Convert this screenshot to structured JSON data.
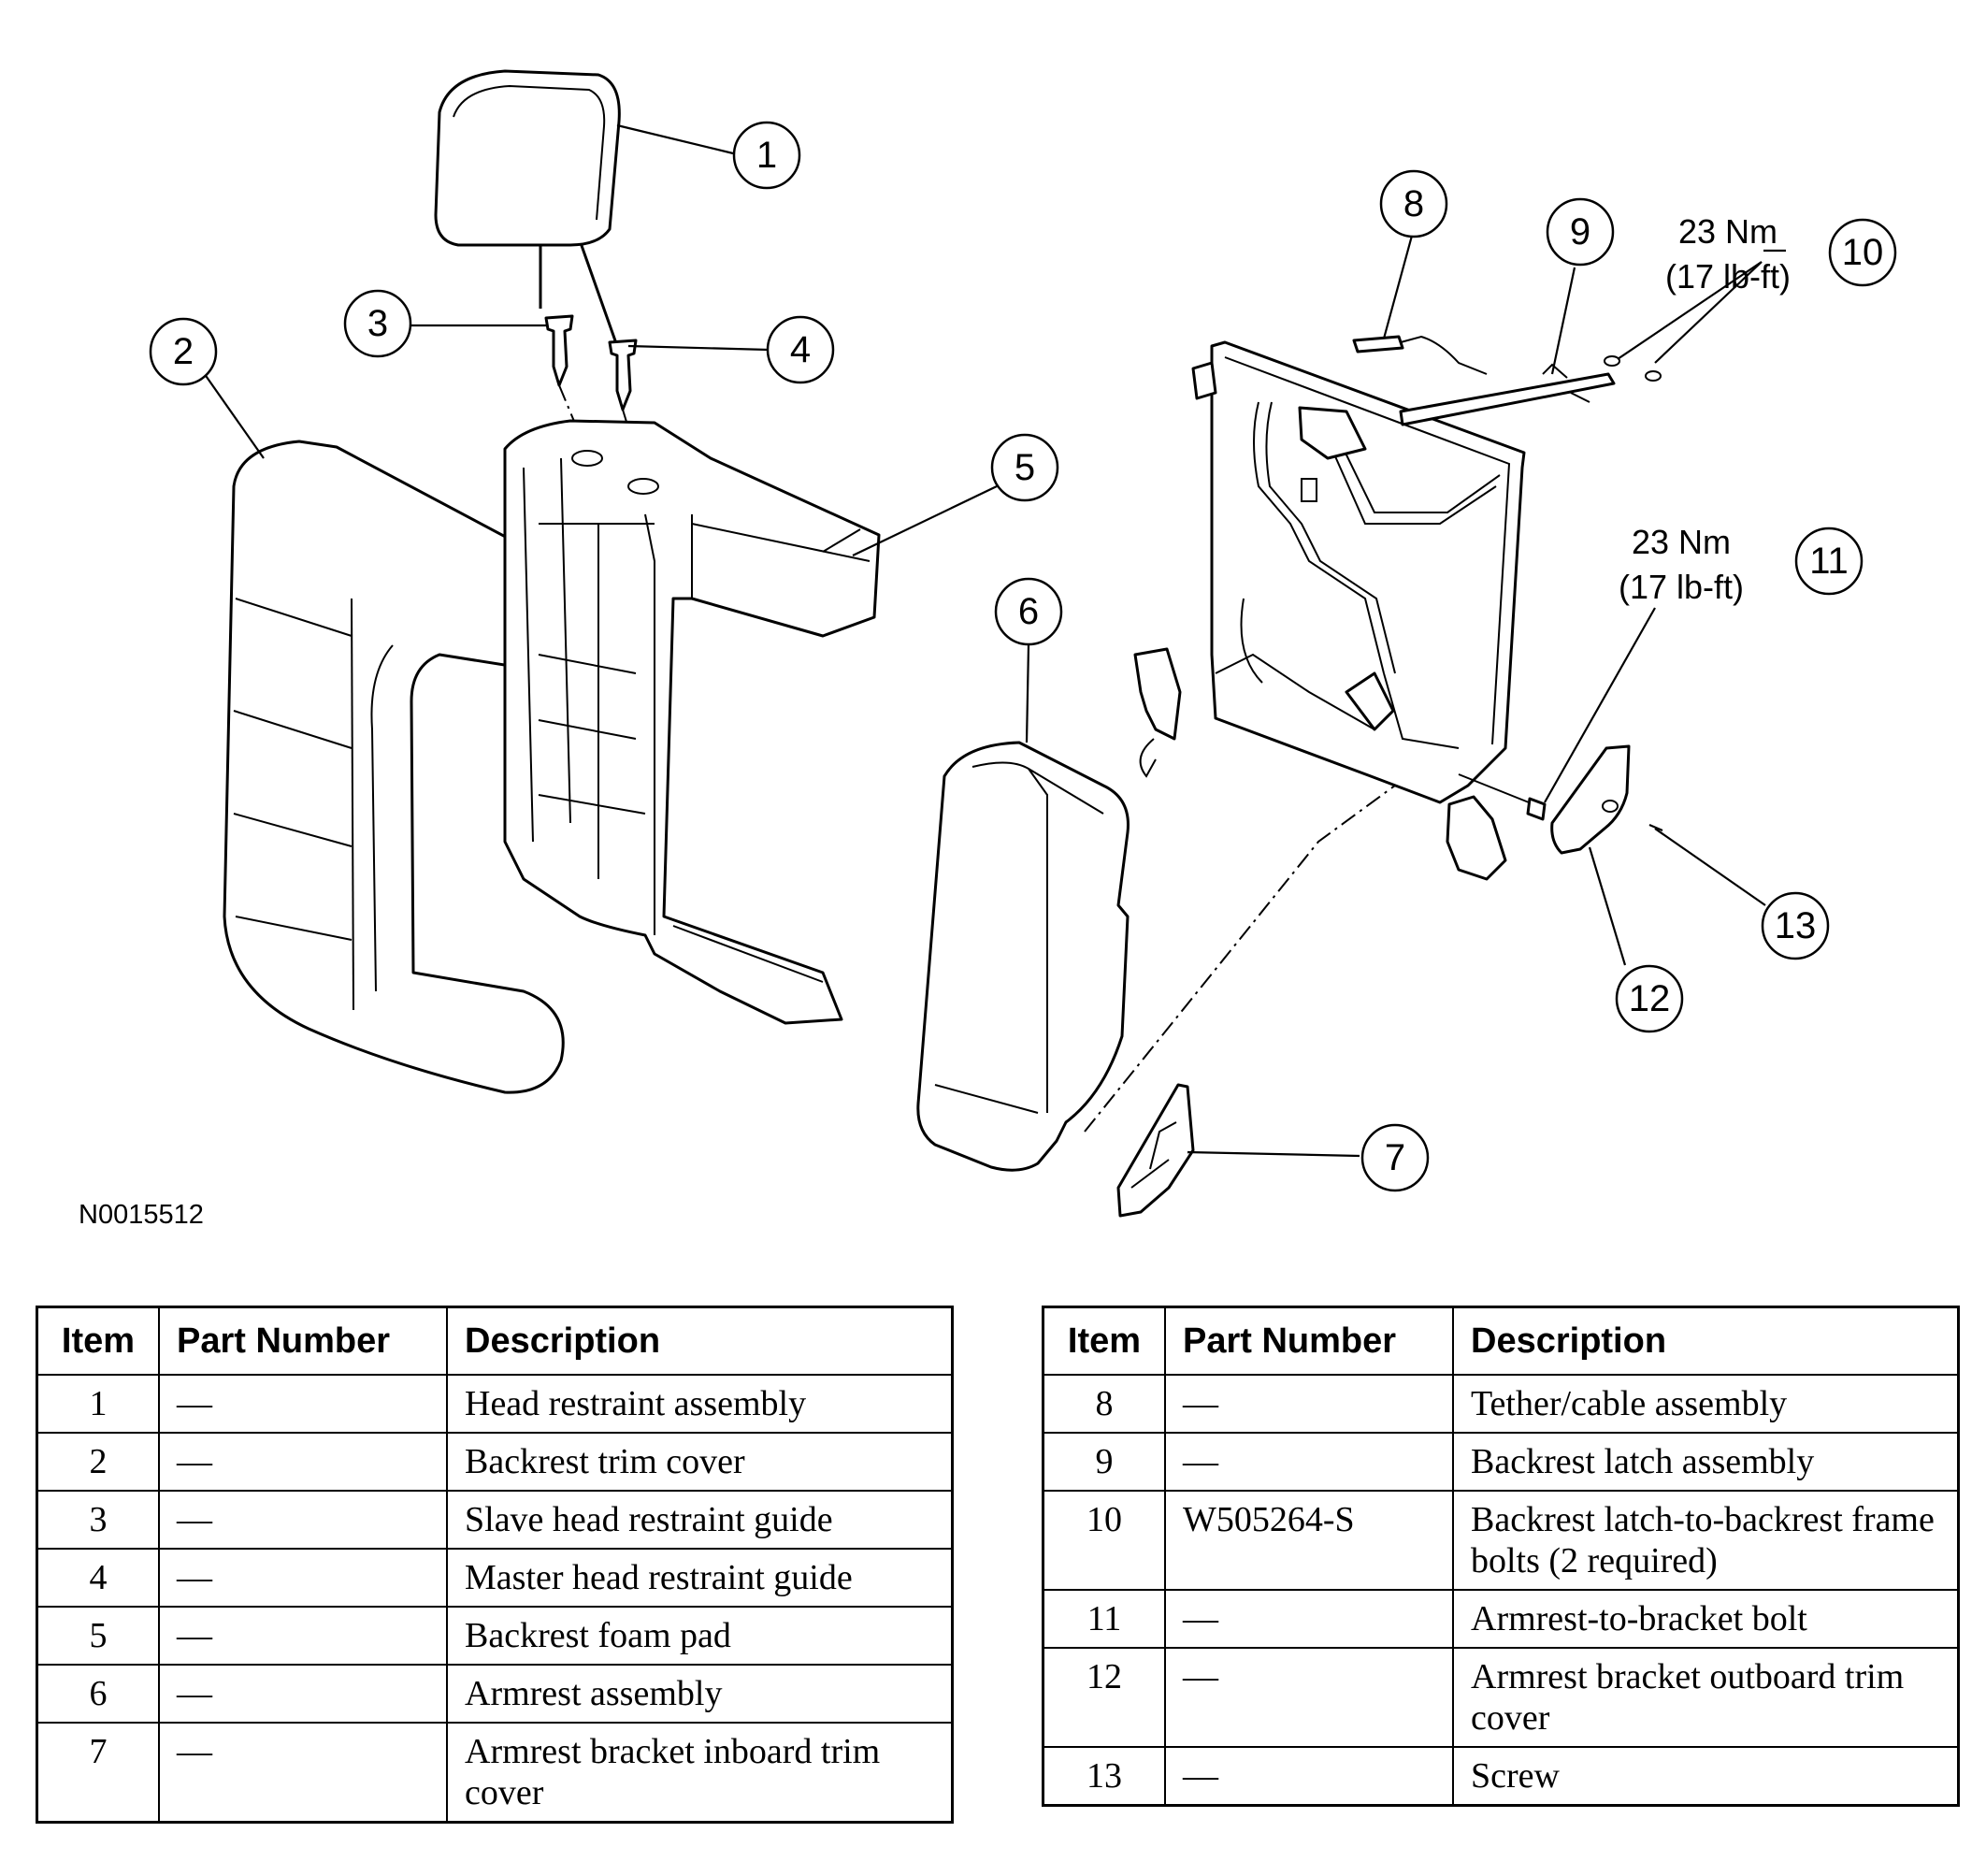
{
  "figure_id": "N0015512",
  "callouts": [
    "1",
    "2",
    "3",
    "4",
    "5",
    "6",
    "7",
    "8",
    "9",
    "10",
    "11",
    "12",
    "13"
  ],
  "torque": [
    {
      "item": "10",
      "line1": "23 Nm",
      "line2": "(17 lb-ft)"
    },
    {
      "item": "11",
      "line1": "23 Nm",
      "line2": "(17 lb-ft)"
    }
  ],
  "table_headers": {
    "item": "Item",
    "part_number": "Part Number",
    "description": "Description"
  },
  "tables": [
    [
      {
        "item": "1",
        "part": "—",
        "desc": "Head restraint assembly"
      },
      {
        "item": "2",
        "part": "—",
        "desc": "Backrest trim cover"
      },
      {
        "item": "3",
        "part": "—",
        "desc": "Slave head restraint guide"
      },
      {
        "item": "4",
        "part": "—",
        "desc": "Master head restraint guide"
      },
      {
        "item": "5",
        "part": "—",
        "desc": "Backrest foam pad"
      },
      {
        "item": "6",
        "part": "—",
        "desc": "Armrest assembly"
      },
      {
        "item": "7",
        "part": "—",
        "desc": "Armrest bracket inboard trim cover"
      }
    ],
    [
      {
        "item": "8",
        "part": "—",
        "desc": "Tether/cable assembly"
      },
      {
        "item": "9",
        "part": "—",
        "desc": "Backrest latch assembly"
      },
      {
        "item": "10",
        "part": "W505264-S",
        "desc": "Backrest latch-to-backrest frame bolts (2 required)"
      },
      {
        "item": "11",
        "part": "—",
        "desc": "Armrest-to-bracket bolt"
      },
      {
        "item": "12",
        "part": "—",
        "desc": "Armrest bracket outboard trim cover"
      },
      {
        "item": "13",
        "part": "—",
        "desc": "Screw"
      }
    ]
  ]
}
